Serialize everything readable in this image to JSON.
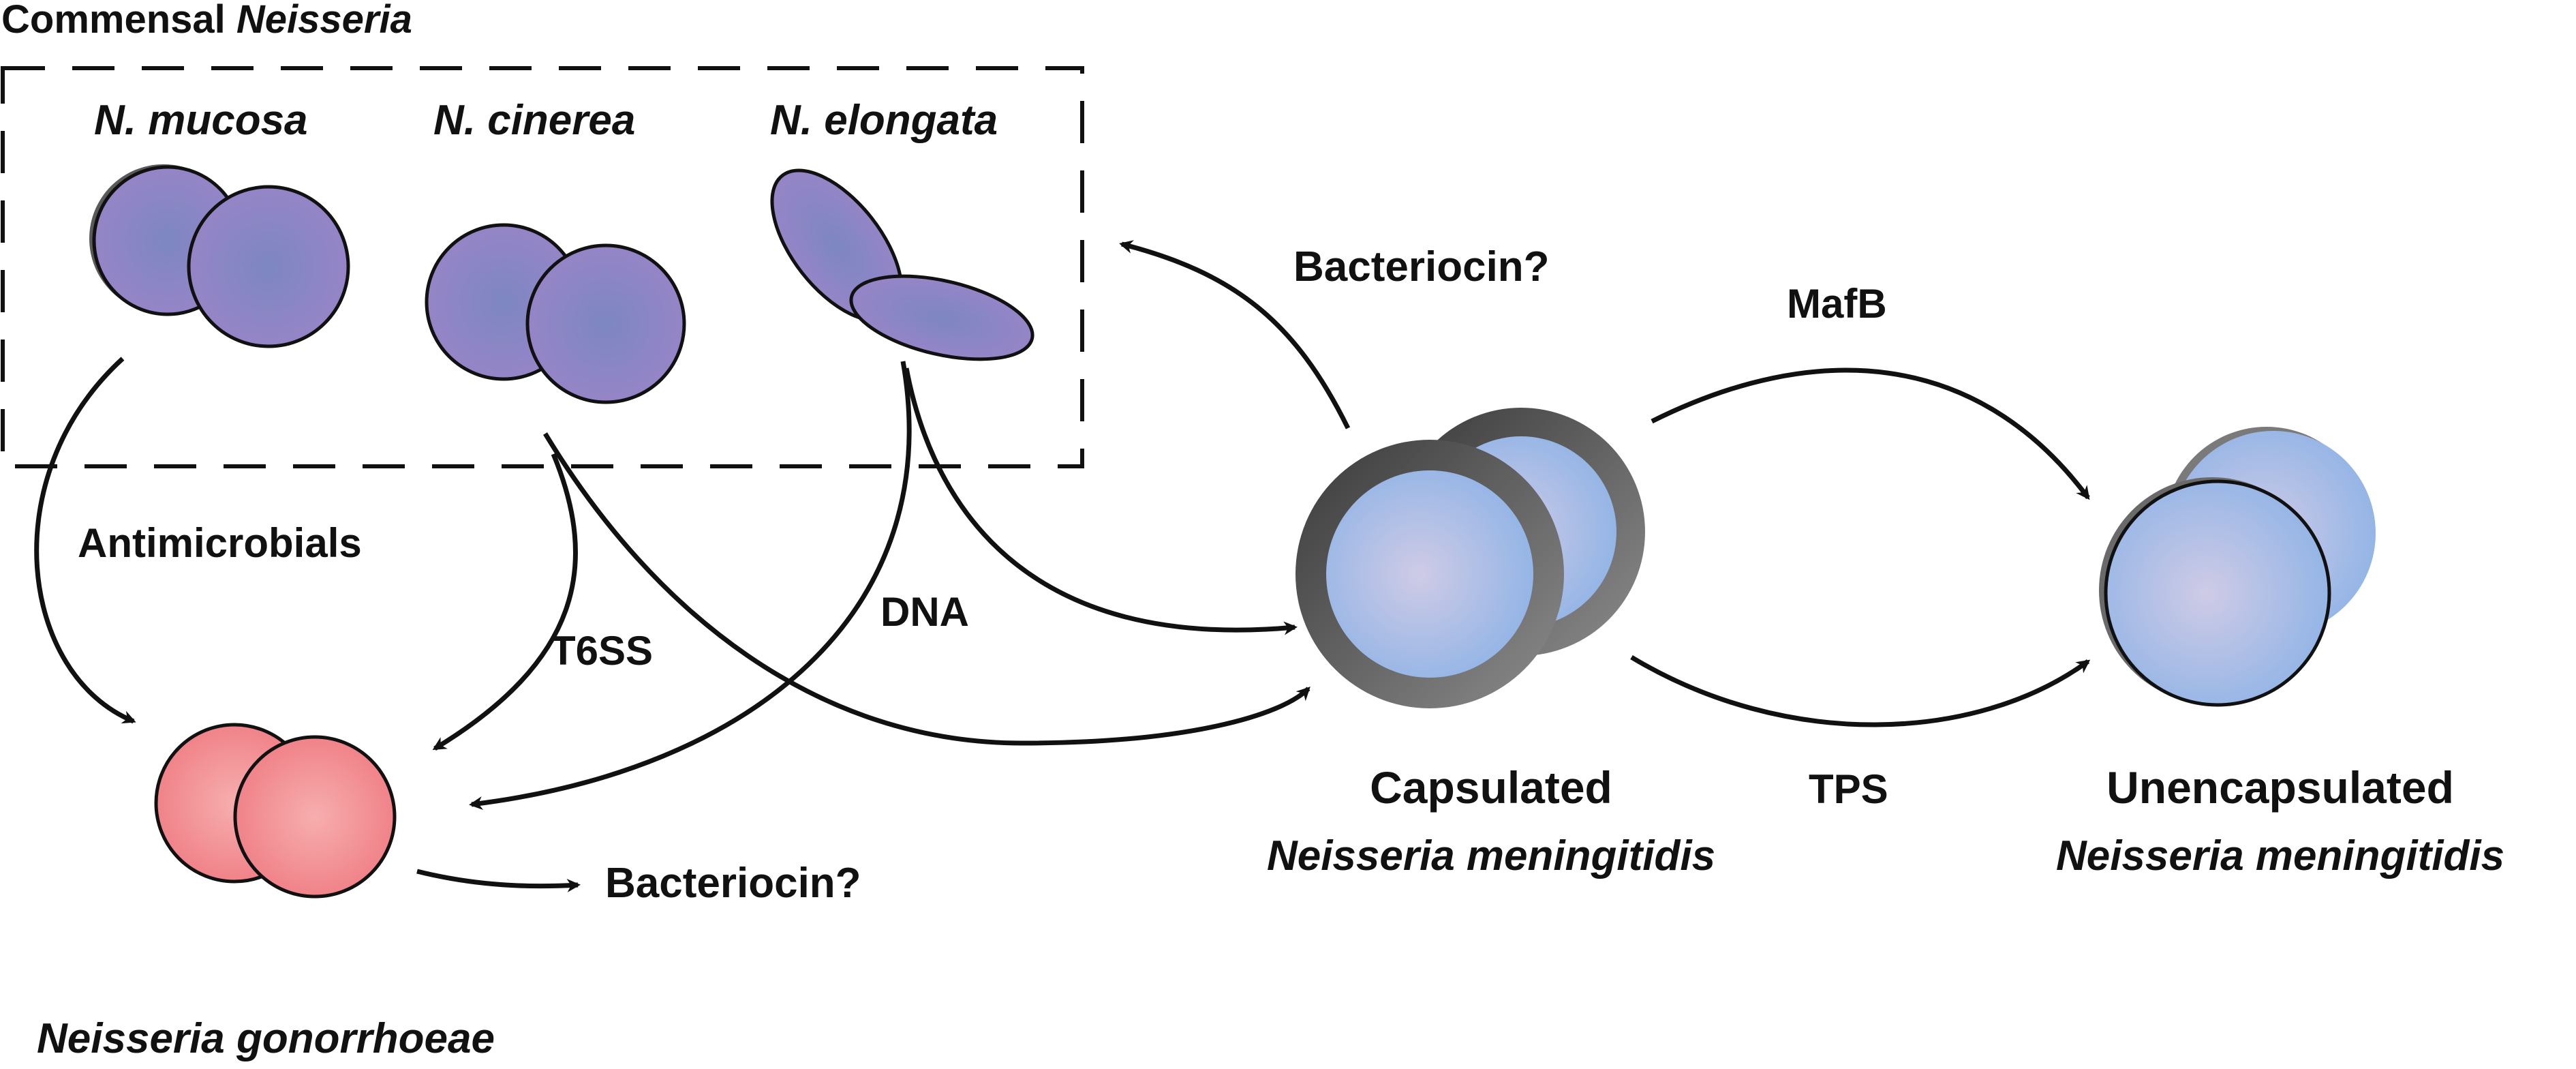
{
  "commensal": {
    "group_title_plain": "Commensal ",
    "group_title_italic": "Neisseria",
    "species": [
      "N. mucosa",
      "N. cinerea",
      "N. elongata"
    ]
  },
  "interactions": {
    "antimicrobials": "Antimicrobials",
    "t6ss": "T6SS",
    "dna": "DNA",
    "bacteriocin_commensal": "Bacteriocin?",
    "bacteriocin_gonorrhoeae": "Bacteriocin?",
    "mafb": "MafB",
    "tps": "TPS"
  },
  "organisms": {
    "gonorrhoeae": "Neisseria gonorrhoeae",
    "capsulated_line1": "Capsulated",
    "capsulated_line2": "Neisseria meningitidis",
    "unencapsulated_line1": "Unencapsulated",
    "unencapsulated_line2": "Neisseria meningitidis"
  },
  "colors": {
    "commensal_cell": "#8F80C4",
    "gonorrhoeae_cell": "#EE7F86",
    "meningitidis_cell": "#93B6E6",
    "capsule": "#555555"
  }
}
